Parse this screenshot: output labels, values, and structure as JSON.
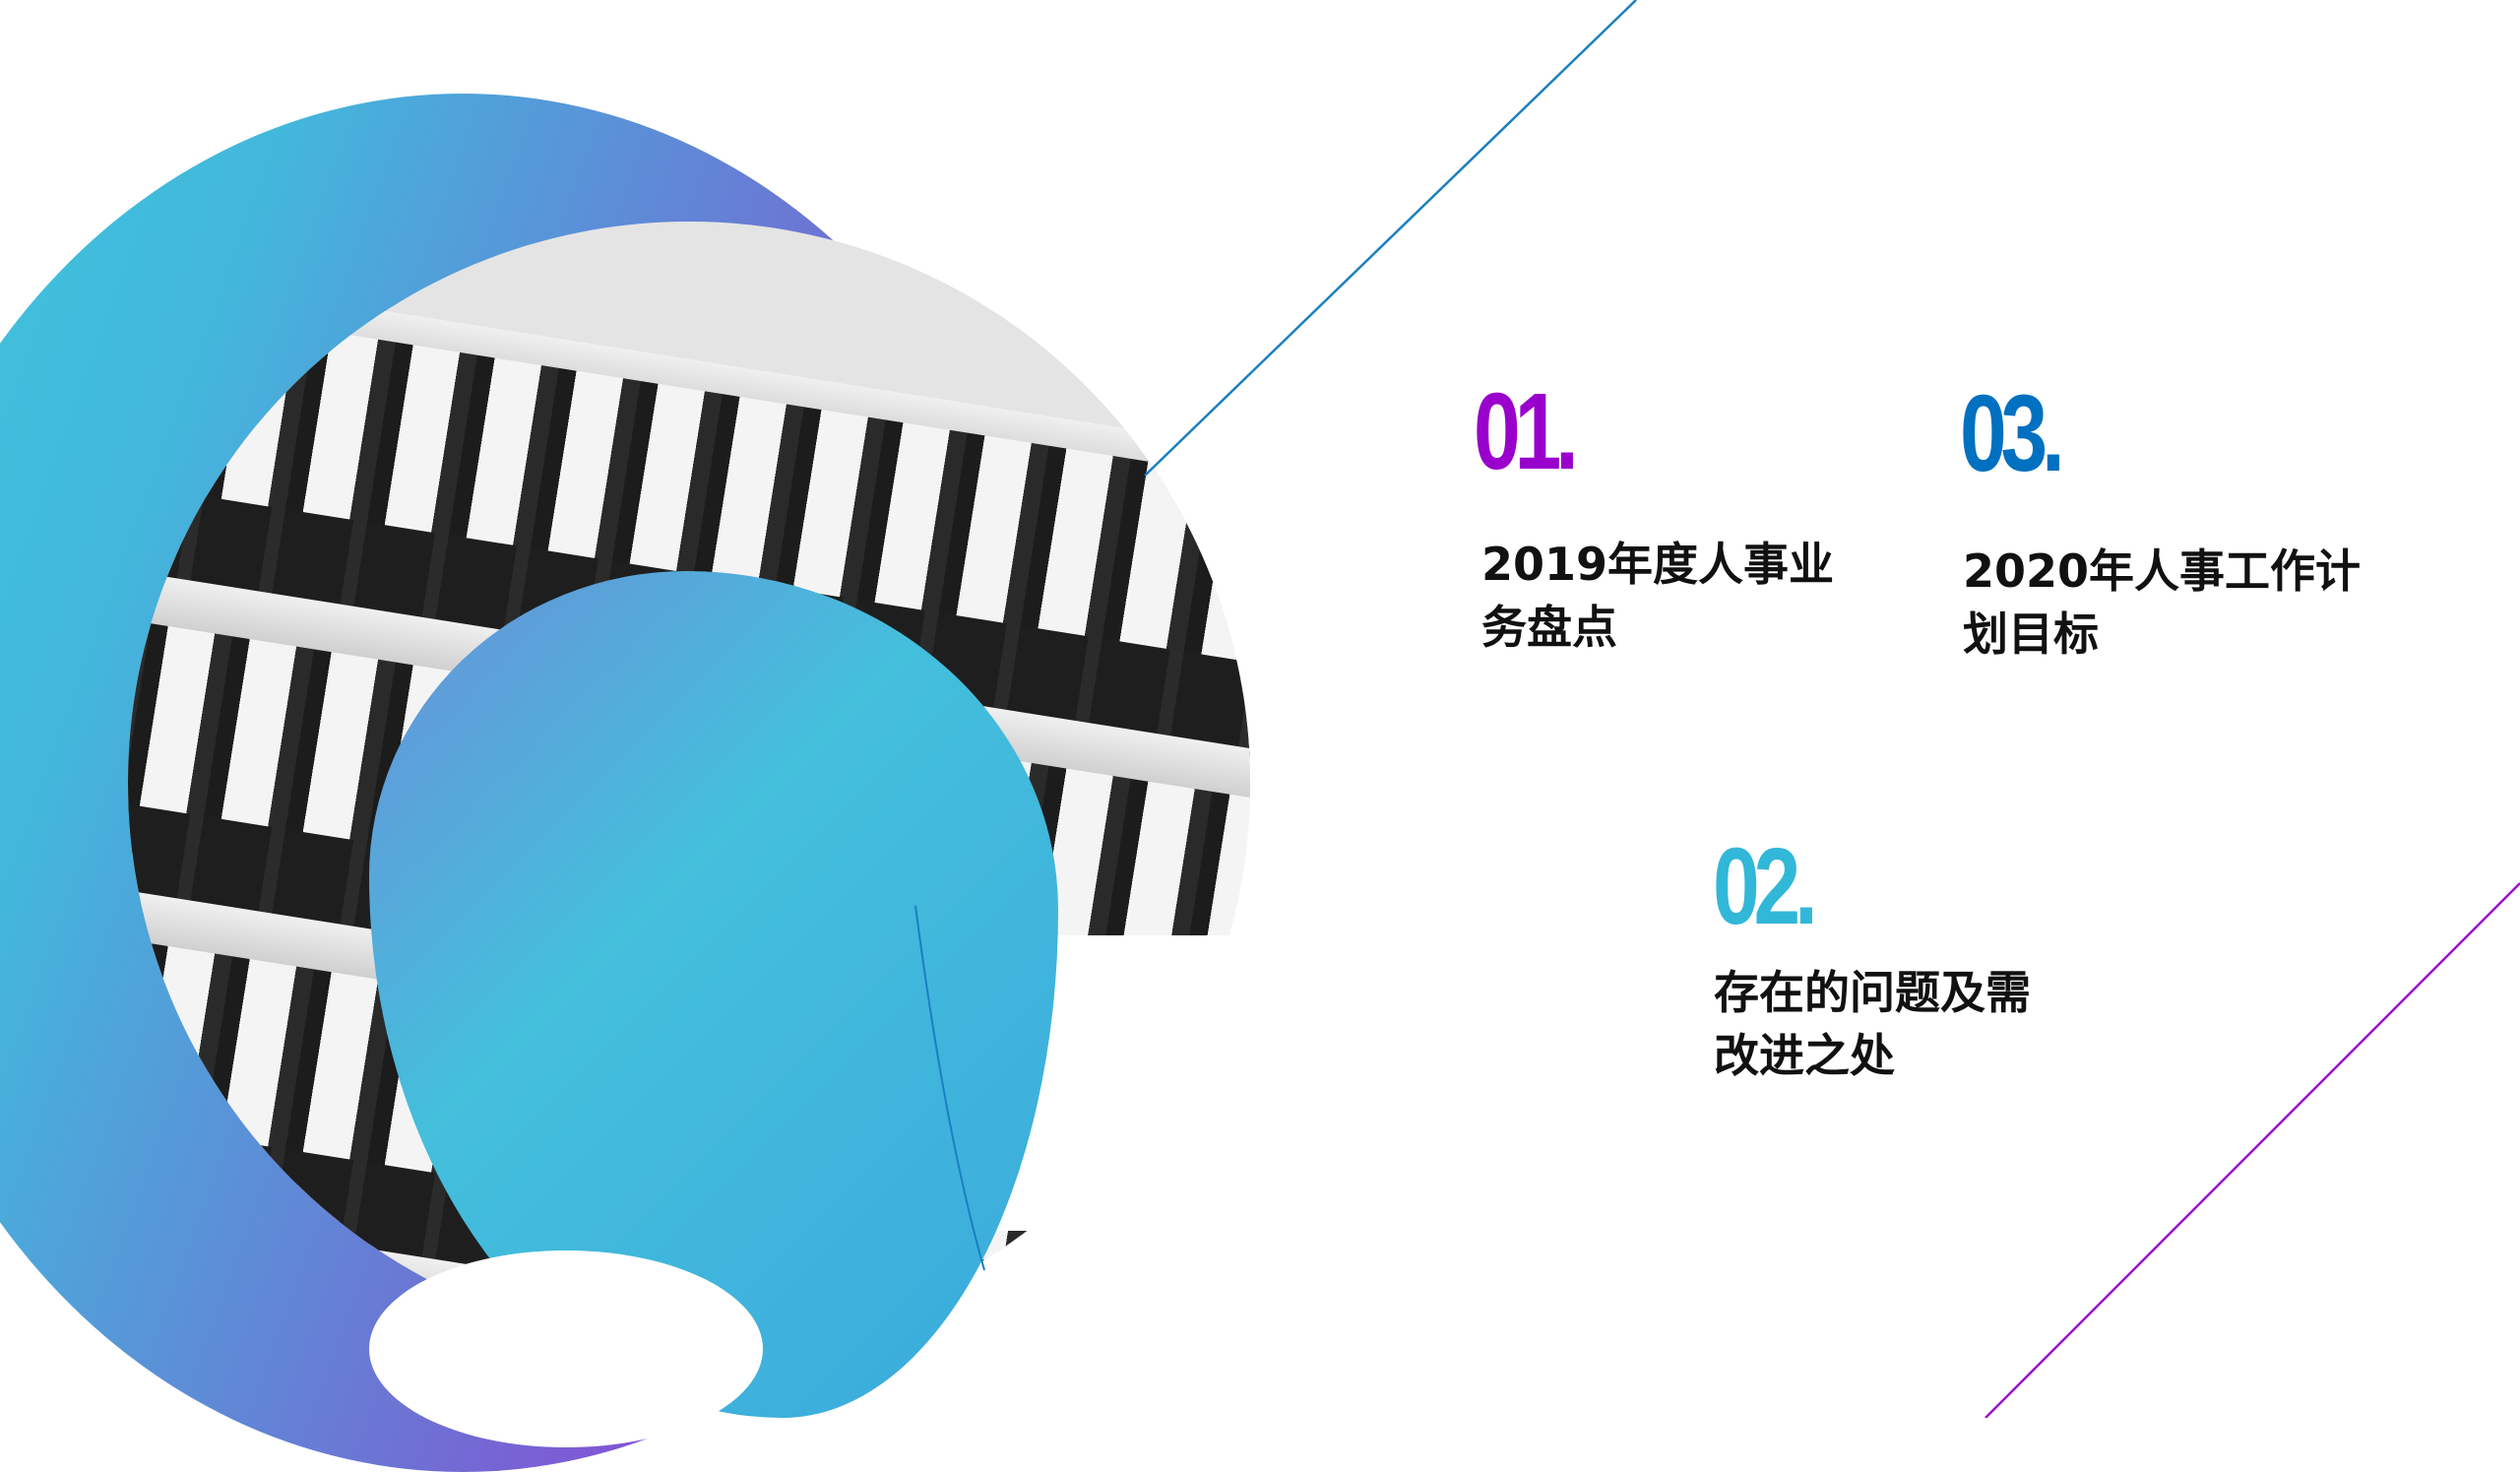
{
  "slide": {
    "background": "#ffffff",
    "image_description": "binders-on-shelves photo cropped in circle with blue-purple gradient shapes"
  },
  "items": [
    {
      "number": "01.",
      "title_line1": "2019年度人事业",
      "title_line2": "务盘点",
      "color": "#9900cc"
    },
    {
      "number": "02.",
      "title_line1": "存在的问题及需",
      "title_line2": "改进之处",
      "color": "#31b7d8"
    },
    {
      "number": "03.",
      "title_line1": "2020年人事工作计",
      "title_line2": "划目标",
      "color": "#0070c0"
    }
  ],
  "colors": {
    "gradient_start": "#3ec6dd",
    "gradient_end": "#8e3ed4",
    "line_blue": "#1a7fc0",
    "line_purple": "#9b10d0"
  }
}
